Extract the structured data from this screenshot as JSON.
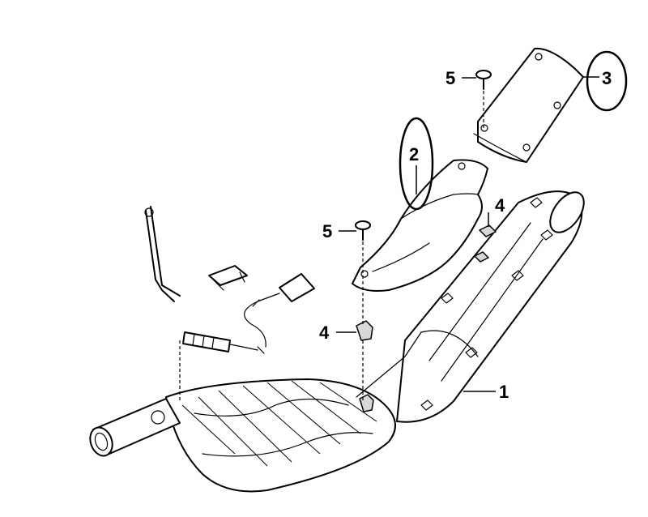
{
  "callouts": {
    "c1": "1",
    "c2": "2",
    "c3": "3",
    "c4_upper": "4",
    "c4_lower": "4",
    "c5_upper": "5",
    "c5_lower": "5"
  }
}
